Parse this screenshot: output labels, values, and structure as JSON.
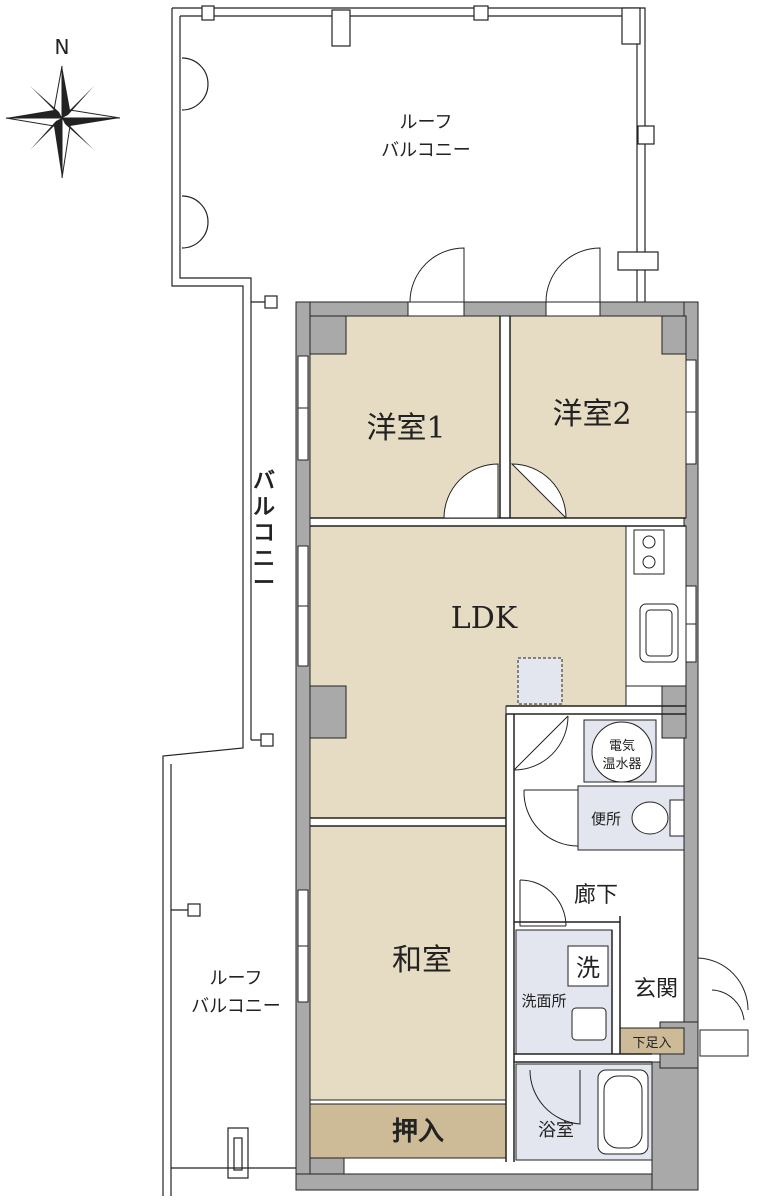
{
  "compass": {
    "north_label": "N"
  },
  "rooms": {
    "western1": "洋室1",
    "western2": "洋室2",
    "ldk": "LDK",
    "japanese": "和室",
    "closet": "押入",
    "corridor": "廊下",
    "entrance": "玄関",
    "shoe_storage": "下足入",
    "washroom": "洗面所",
    "bath": "浴室",
    "toilet": "便所",
    "washer": "洗"
  },
  "balconies": {
    "roof_top_line1": "ルーフ",
    "roof_top_line2": "バルコニー",
    "side_chars": [
      "バ",
      "ル",
      "コ",
      "ニ",
      "ー"
    ],
    "roof_bottom_line1": "ルーフ",
    "roof_bottom_line2": "バルコニー"
  },
  "equipment": {
    "water_heater_line1": "電気",
    "water_heater_line2": "温水器"
  },
  "colors": {
    "room_fill": "#e6dcc4",
    "closet_fill": "#cdbb98",
    "wet_fill": "#e3e6ef",
    "wall_fill": "#a9a9a9",
    "line": "#222222"
  }
}
